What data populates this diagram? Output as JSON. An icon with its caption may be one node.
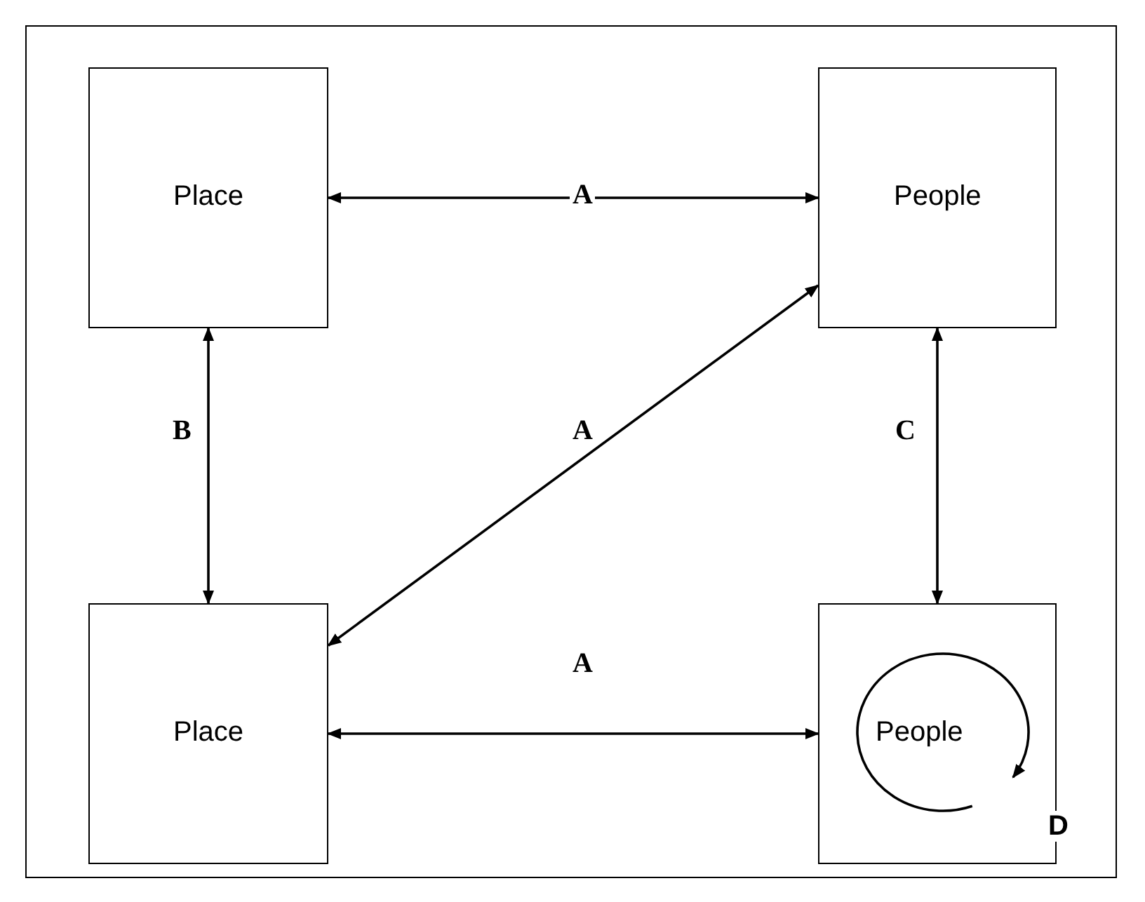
{
  "diagram": {
    "nodes": [
      {
        "text": [
          "Place"
        ]
      },
      {
        "text": [
          "People"
        ]
      },
      {
        "text": [
          "Place"
        ]
      },
      {
        "text": [
          "People"
        ]
      }
    ],
    "edges": [
      {
        "from": 0,
        "to": 1,
        "arrow": "both",
        "label": "A"
      },
      {
        "from": 0,
        "to": 2,
        "arrow": "both",
        "label": "B"
      },
      {
        "from": 2,
        "to": 1,
        "arrow": "both",
        "label": "A"
      },
      {
        "from": 1,
        "to": 3,
        "arrow": "both",
        "label": "C"
      },
      {
        "from": 2,
        "to": 3,
        "arrow": "both",
        "label": "A"
      },
      {
        "from": 3,
        "to": 3,
        "arrow": "to",
        "label": "D"
      }
    ]
  }
}
